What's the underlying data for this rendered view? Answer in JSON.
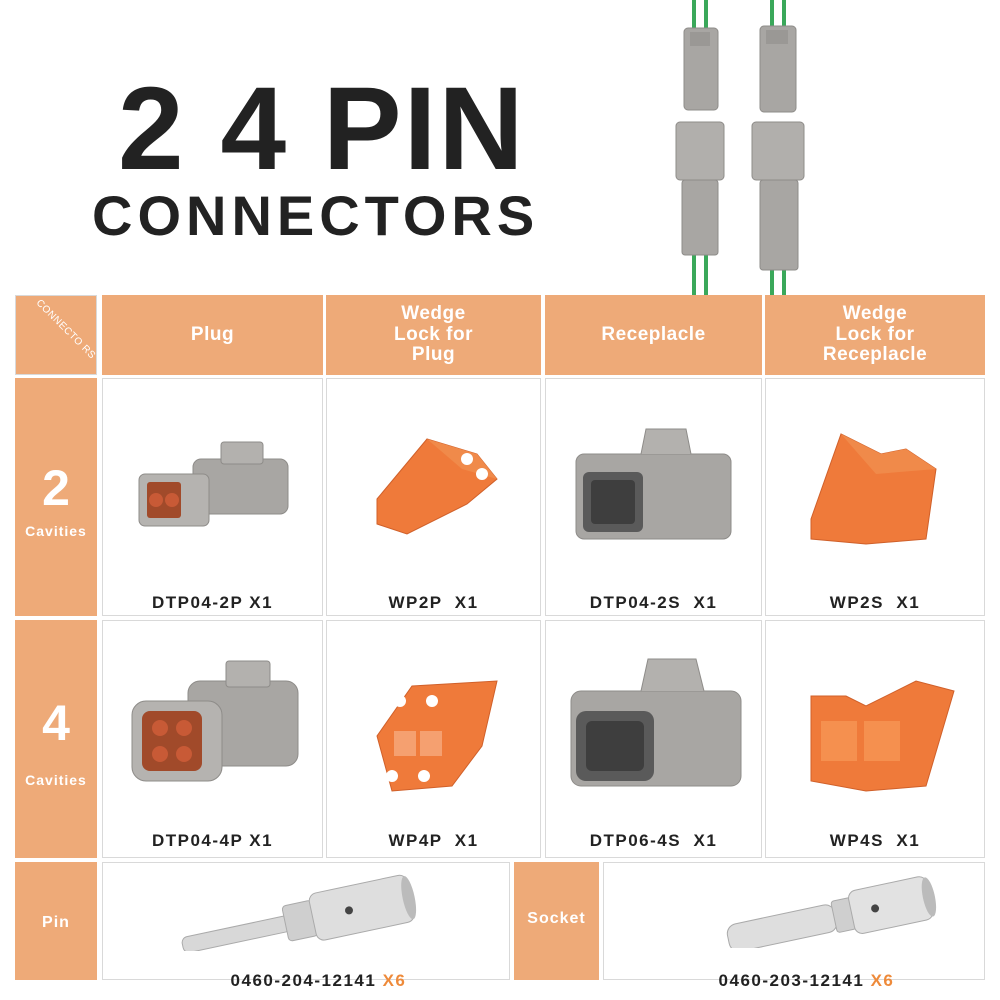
{
  "title": {
    "number": "2",
    "number2": "4",
    "pin": "PIN",
    "connectors": "CONNECTORS"
  },
  "corner_label": "CONNECTO RS",
  "columns": [
    "Plug",
    "Wedge\nLock for\nPlug",
    "Receplacle",
    "Wedge\nLock for\nReceplacle"
  ],
  "rows": [
    {
      "number": "2",
      "label": "Cavities",
      "parts": [
        "DTP04-2P X1",
        "WP2P  X1",
        "DTP04-2S  X1",
        "WP2S  X1"
      ]
    },
    {
      "number": "4",
      "label": "Cavities",
      "parts": [
        "DTP04-4P X1",
        "WP4P  X1",
        "DTP06-4S  X1",
        "WP4S  X1"
      ]
    }
  ],
  "pin": {
    "label": "Pin",
    "part": "0460-204-12141",
    "qty": "X6"
  },
  "socket": {
    "label": "Socket",
    "part": "0460-203-12141",
    "qty": "X6"
  },
  "colors": {
    "accent": "#eeaa78",
    "part_orange": "#ef7a3a",
    "connector_grey": "#a8a6a3",
    "wire_green": "#3aa85a"
  }
}
